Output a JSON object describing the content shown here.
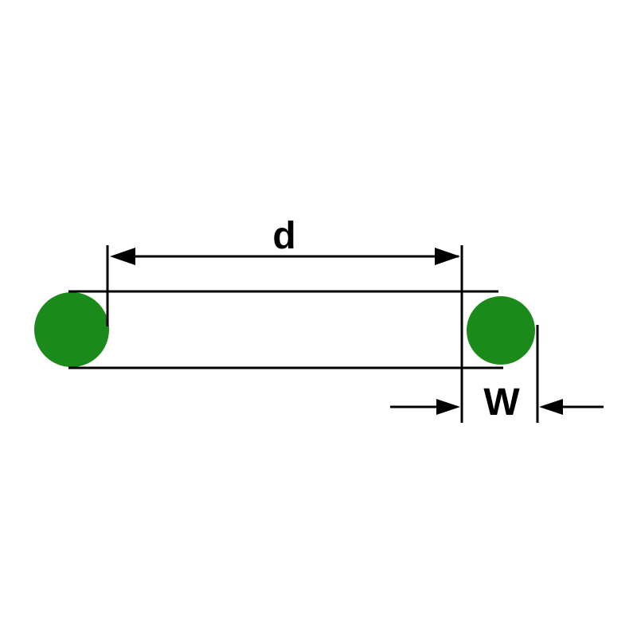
{
  "diagram": {
    "description": "O-ring cross-section dimension drawing",
    "labels": {
      "d": "d",
      "W": "W"
    },
    "colors": {
      "ring_fill": "#1a8a1a",
      "line": "#000000",
      "background": "#ffffff"
    }
  }
}
